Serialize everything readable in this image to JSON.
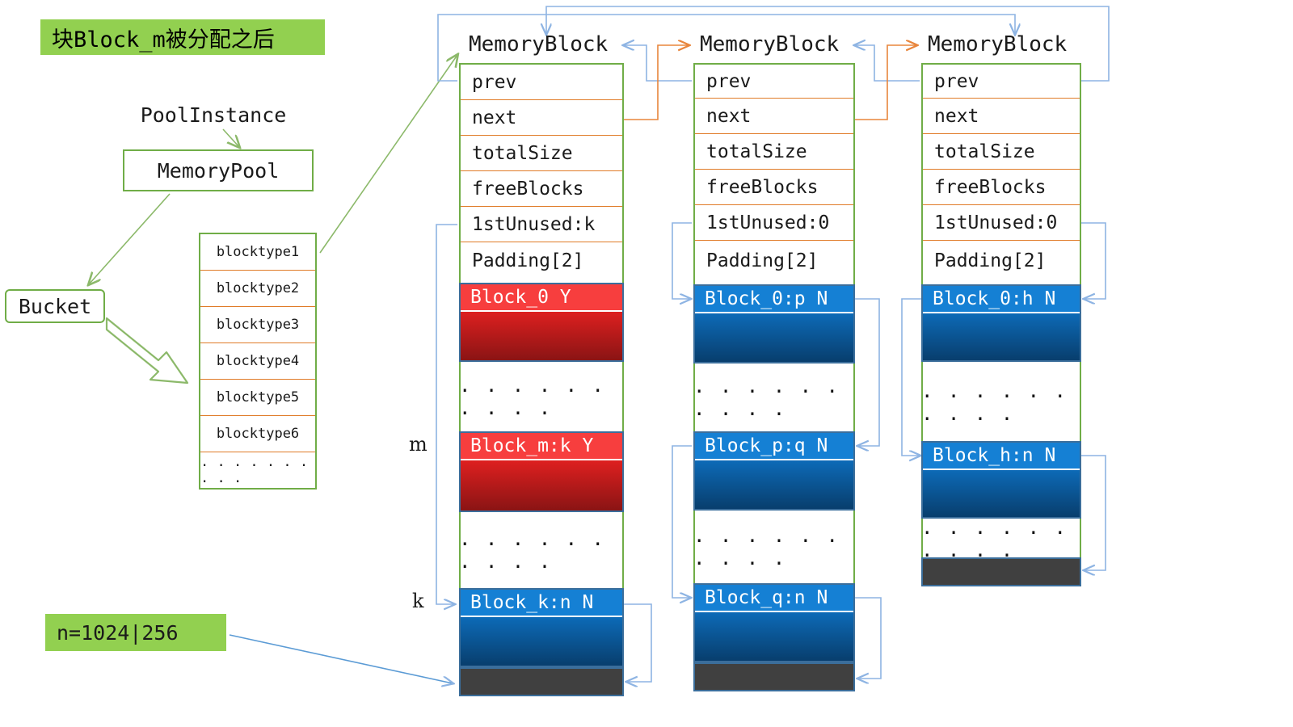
{
  "title_banner": "块Block_m被分配之后",
  "left_panel": {
    "pool_instance_label": "PoolInstance",
    "memory_pool_label": "MemoryPool",
    "bucket_label": "Bucket",
    "blocktypes": [
      "blocktype1",
      "blocktype2",
      "blocktype3",
      "blocktype4",
      "blocktype5",
      "blocktype6",
      ". . . . . . . . . ."
    ],
    "n_label": "n=1024|256"
  },
  "colors": {
    "banner_green": "#92D050",
    "frame_green": "#70AD47",
    "divider_orange": "#E07B28",
    "used_red": "#E02020",
    "free_blue": "#0D6CBA",
    "dark_gray": "#404040",
    "blue_wire": "#8EB4E3",
    "orange_wire": "#E8853C",
    "green_wire": "#8CB96A"
  },
  "columns": [
    {
      "title": "MemoryBlock",
      "fields": [
        "prev",
        "next",
        "totalSize",
        "freeBlocks",
        "1stUnused:k",
        "Padding[2]"
      ],
      "slots": [
        {
          "kind": "used",
          "label": "Block_0  Y"
        },
        {
          "kind": "gap",
          "label": ". . . . . . . . . ."
        },
        {
          "kind": "used",
          "label": "Block_m:k Y"
        },
        {
          "kind": "gap",
          "label": ". . . . . . . . . ."
        },
        {
          "kind": "free",
          "label": "Block_k:n N"
        },
        {
          "kind": "dark",
          "label": ""
        }
      ],
      "side_labels": [
        "m",
        "k"
      ]
    },
    {
      "title": "MemoryBlock",
      "fields": [
        "prev",
        "next",
        "totalSize",
        "freeBlocks",
        "1stUnused:0",
        "Padding[2]"
      ],
      "slots": [
        {
          "kind": "free",
          "label": "Block_0:p N"
        },
        {
          "kind": "gap",
          "label": ". . . . . . . . . ."
        },
        {
          "kind": "free",
          "label": "Block_p:q N"
        },
        {
          "kind": "gap",
          "label": ". . . . . . . . . ."
        },
        {
          "kind": "free",
          "label": "Block_q:n N"
        },
        {
          "kind": "dark",
          "label": ""
        }
      ],
      "side_labels": []
    },
    {
      "title": "MemoryBlock",
      "fields": [
        "prev",
        "next",
        "totalSize",
        "freeBlocks",
        "1stUnused:0",
        "Padding[2]"
      ],
      "slots": [
        {
          "kind": "free",
          "label": "Block_0:h N"
        },
        {
          "kind": "gap",
          "label": ". . . . . . . . . ."
        },
        {
          "kind": "free",
          "label": "Block_h:n N"
        },
        {
          "kind": "gap",
          "label": ". . . . . . . . . ."
        },
        {
          "kind": "dark",
          "label": ""
        }
      ],
      "side_labels": []
    }
  ]
}
